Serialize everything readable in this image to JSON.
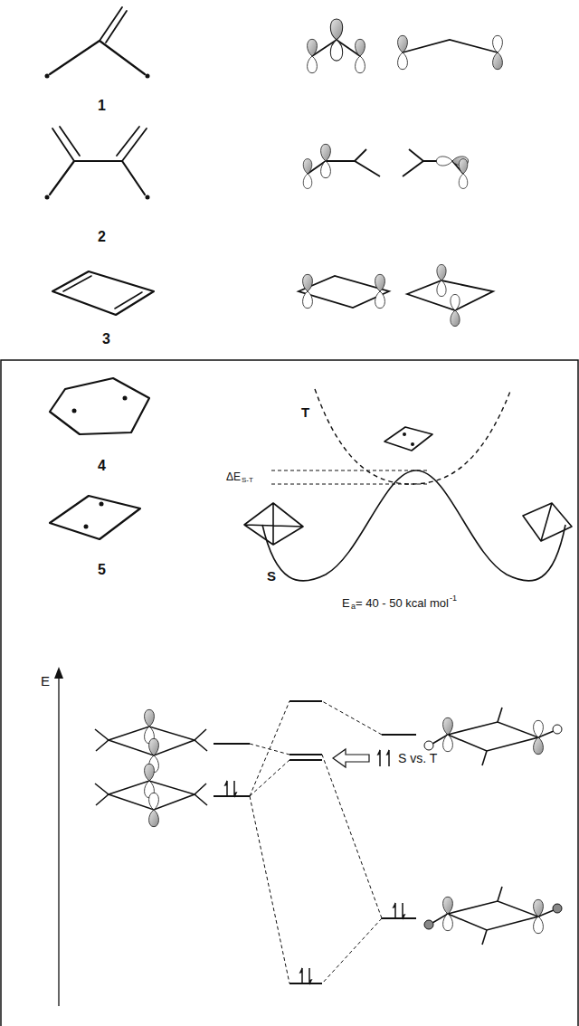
{
  "diagram": {
    "labels": [
      "1",
      "2",
      "3",
      "4",
      "5",
      "T",
      "S",
      "ΔE",
      "S-T",
      "E",
      "a",
      "= 40 - 50 kcal mol",
      "-1",
      "E",
      "S vs. T"
    ]
  }
}
